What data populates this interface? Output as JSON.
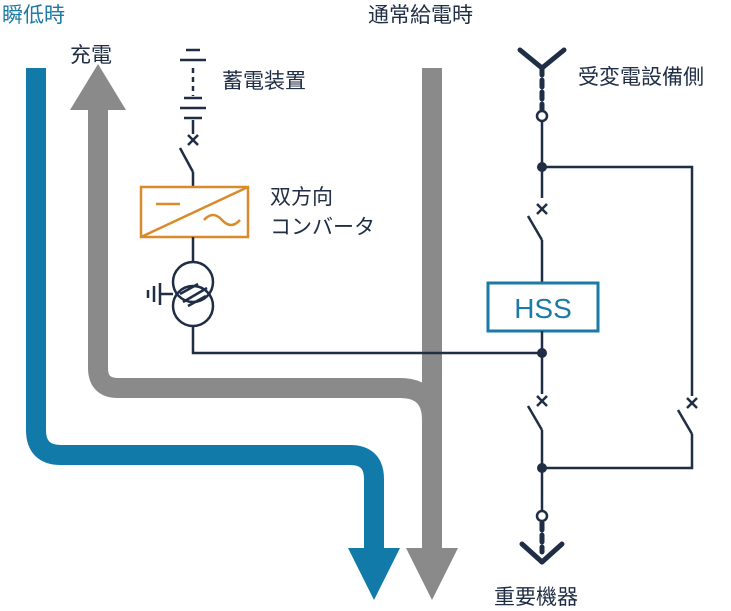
{
  "labels": {
    "instantaneous_drop": "瞬低時",
    "normal_supply": "通常給電時",
    "charging": "充電",
    "battery": "蓄電装置",
    "converter_line1": "双方向",
    "converter_line2": "コンバータ",
    "substation_side": "受変電設備側",
    "hss": "HSS",
    "critical_equipment": "重要機器"
  },
  "colors": {
    "blue_flow": "#127aa8",
    "gray_flow": "#8a8a8a",
    "circuit_line": "#1f2d45",
    "converter_box": "#d98b2b",
    "hss_box": "#1b7aa6"
  }
}
